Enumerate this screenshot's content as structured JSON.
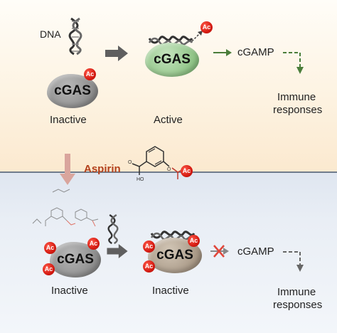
{
  "top": {
    "dna_label": "DNA",
    "inactive_protein": "cGAS",
    "inactive_badge": "Ac",
    "inactive_state": "Inactive",
    "active_protein": "cGAS",
    "active_state": "Active",
    "released_badge": "Ac",
    "product": "cGAMP",
    "outcome_line1": "Immune",
    "outcome_line2": "responses",
    "colors": {
      "active_green": "#9fcc98",
      "pathway_green": "#4a7d3a",
      "inactive_gray": "#9a9a9a"
    }
  },
  "middle": {
    "drug": "Aspirin",
    "drug_badge": "Ac",
    "drug_color": "#b3401c"
  },
  "bottom": {
    "left_protein": "cGAS",
    "left_badges": [
      "Ac",
      "Ac",
      "Ac"
    ],
    "left_state": "Inactive",
    "right_protein": "cGAS",
    "right_badges": [
      "Ac",
      "Ac",
      "Ac"
    ],
    "right_state": "Inactive",
    "product": "cGAMP",
    "outcome_line1": "Immune",
    "outcome_line2": "responses",
    "block_icon": "red-x-icon"
  }
}
